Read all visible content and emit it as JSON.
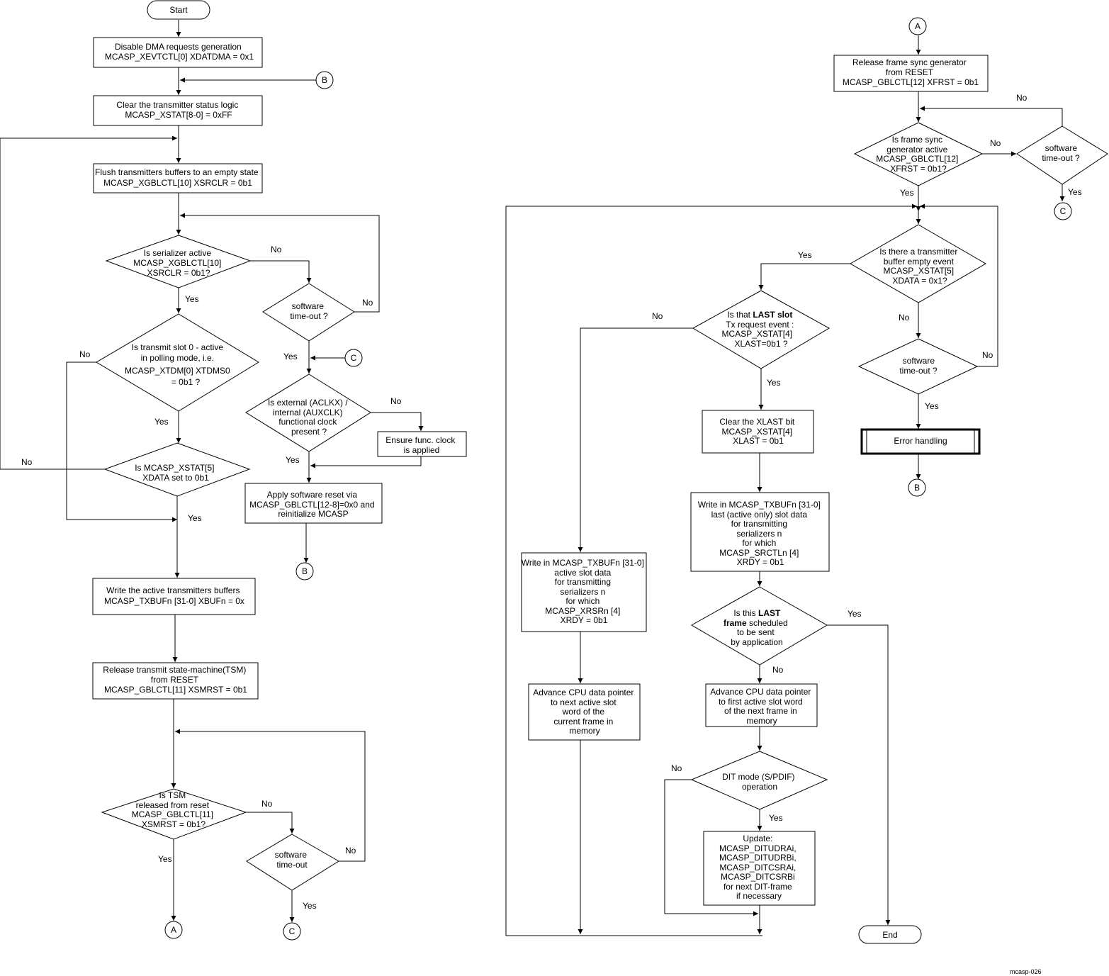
{
  "left": {
    "start": "Start",
    "disable_dma": [
      "Disable DMA requests generation",
      "MCASP_XEVTCTL[0] XDATDMA = 0x1"
    ],
    "clear_status": [
      "Clear the transmitter status logic",
      "MCASP_XSTAT[8-0]  = 0xFF"
    ],
    "flush": [
      "Flush transmitters buffers to an empty state",
      "MCASP_XGBLCTL[10] XSRCLR = 0b1"
    ],
    "serializer_q": [
      "Is serializer active",
      "MCASP_XGBLCTL[10]",
      "XSRCLR = 0b1?"
    ],
    "timeout1": [
      "software",
      "time-out ?"
    ],
    "slot0_q": [
      "Is transmit slot 0 - active",
      "in polling mode, i.e.",
      "MCASP_XTDM[0] XTDMS0",
      "= 0b1 ?"
    ],
    "clock_q": [
      "Is  external (ACLKX) /",
      "internal (AUXCLK)",
      "functional clock",
      "present ?"
    ],
    "ensure_clock": [
      "Ensure func. clock",
      "is applied"
    ],
    "xstat_q": [
      "Is MCASP_XSTAT[5]",
      "XDATA set to 0b1"
    ],
    "sw_reset": [
      "Apply software reset via",
      "MCASP_GBLCTL[12-8]=0x0 and",
      "reinitialize MCASP"
    ],
    "write_buffers": [
      "Write the active  transmitters buffers",
      "MCASP_TXBUFn [31-0] XBUFn = 0x"
    ],
    "release_tsm": [
      "Release transmit state-machine(TSM)",
      "from RESET",
      "MCASP_GBLCTL[11] XSMRST = 0b1"
    ],
    "tsm_q": [
      "Is TSM",
      "released from reset",
      "MCASP_GBLCTL[11]",
      "XSMRST = 0b1?"
    ],
    "timeout2": [
      "software",
      "time-out"
    ]
  },
  "middle": {
    "write_active_slot": [
      "Write in MCASP_TXBUFn [31-0]",
      "active slot  data",
      "for transmitting",
      "serializers n",
      "for which",
      "MCASP_XRSRn [4]",
      "XRDY = 0b1"
    ],
    "advance_next_slot": [
      "Advance CPU data pointer",
      "to next  active slot",
      "word of the",
      "current frame in",
      "memory"
    ],
    "last_slot_q_tx": [
      "Tx request event :",
      "MCASP_XSTAT[4]",
      "XLAST=0b1 ?"
    ],
    "clear_xlast": [
      "Clear the XLAST bit",
      "MCASP_XSTAT[4]",
      "XLAST = 0b1"
    ],
    "write_last_slot": [
      "Write in  MCASP_TXBUFn [31-0]",
      "last  (active only)  slot  data",
      "for transmitting",
      "serializers n",
      "for which",
      "MCASP_SRCTLn [4]",
      "XRDY = 0b1"
    ],
    "last_frame_rest": [
      "to be sent",
      "by application"
    ],
    "advance_first_slot": [
      "Advance CPU data pointer",
      "to first active slot word",
      "of the next frame in",
      "memory"
    ],
    "dit_q": [
      "DIT mode (S/PDIF)",
      "operation"
    ],
    "update": [
      "Update:",
      "MCASP_DITUDRAi,",
      "MCASP_DITUDRBi,",
      "MCASP_DITCSRAi,",
      "MCASP_DITCSRBi",
      "for next DIT-frame",
      "if necessary"
    ],
    "end": "End"
  },
  "inline": {
    "is_that": "Is that ",
    "last_slot": "LAST slot",
    "is_this": "Is this ",
    "last": "LAST",
    "frame": "frame",
    "scheduled": " scheduled"
  },
  "right": {
    "release_fs": [
      "Release frame sync generator",
      "from RESET",
      "MCASP_GBLCTL[12] XFRST = 0b1"
    ],
    "fs_q": [
      "Is frame sync",
      "generator active",
      "MCASP_GBLCTL[12]",
      "XFRST = 0b1?"
    ],
    "timeout3": [
      "software",
      "time-out ?"
    ],
    "buffer_empty_q": [
      "Is there a transmitter",
      "buffer empty event",
      "MCASP_XSTAT[5]",
      "XDATA = 0x1?"
    ],
    "timeout4": [
      "software",
      "time-out ?"
    ],
    "error": "Error handling"
  },
  "connectors": {
    "a": "A",
    "b": "B",
    "c": "C"
  },
  "labels": {
    "yes": "Yes",
    "no": "No"
  },
  "figure_id": "mcasp-026"
}
